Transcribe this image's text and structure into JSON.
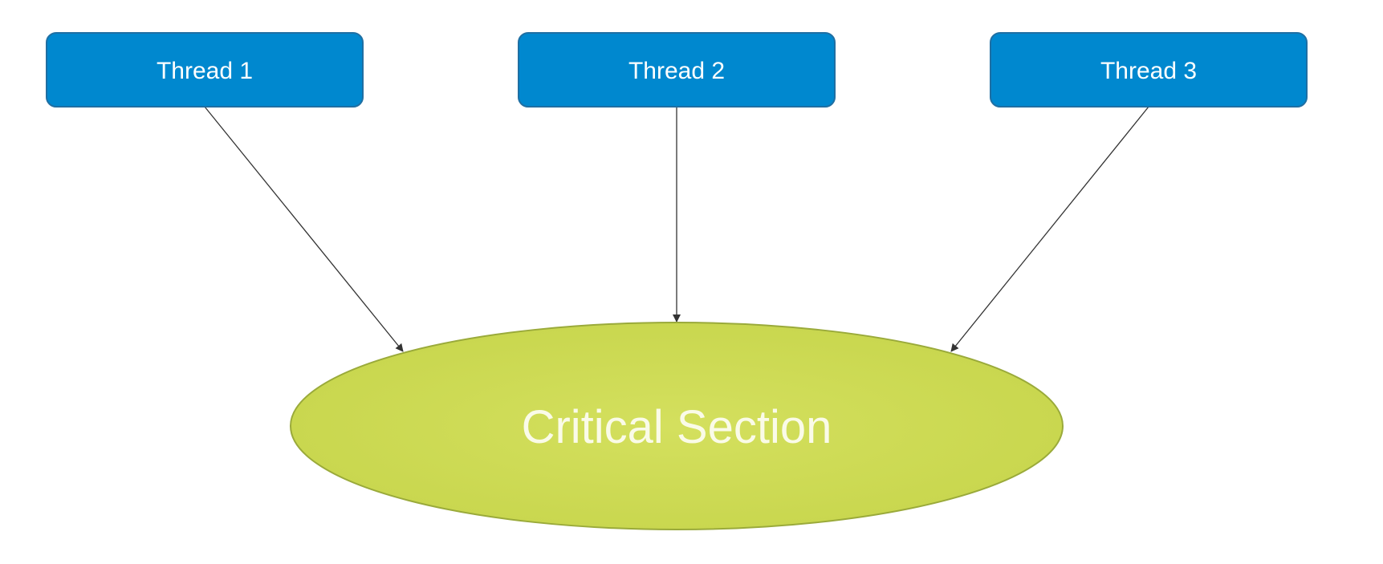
{
  "diagram": {
    "threads": [
      {
        "label": "Thread 1"
      },
      {
        "label": "Thread 2"
      },
      {
        "label": "Thread 3"
      }
    ],
    "target": {
      "label": "Critical Section"
    },
    "colors": {
      "thread_fill": "#0088CF",
      "thread_stroke": "#1f6fa3",
      "section_fill": "#CEDB56",
      "section_stroke": "#9aaa3a",
      "arrow": "#333333"
    }
  }
}
